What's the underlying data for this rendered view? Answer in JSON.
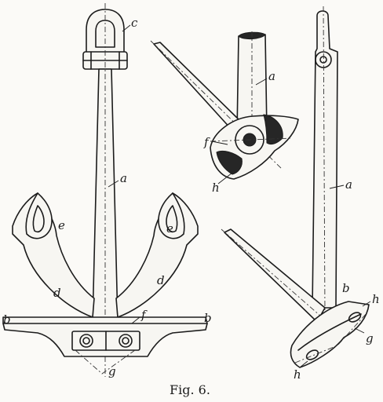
{
  "figure": {
    "caption": "Fig. 6.",
    "labels": {
      "a": "a",
      "b": "b",
      "c": "c",
      "d": "d",
      "e": "e",
      "f": "f",
      "g": "g",
      "h": "h"
    }
  }
}
